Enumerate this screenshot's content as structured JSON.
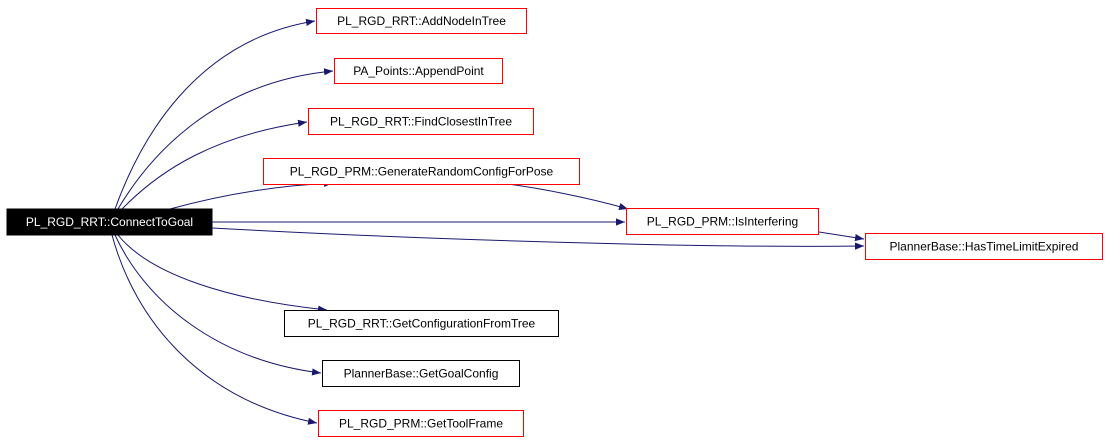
{
  "nodes": {
    "root": {
      "label": "PL_RGD_RRT::ConnectToGoal"
    },
    "add_node": {
      "label": "PL_RGD_RRT::AddNodeInTree"
    },
    "append_point": {
      "label": "PA_Points::AppendPoint"
    },
    "find_closest": {
      "label": "PL_RGD_RRT::FindClosestInTree"
    },
    "gen_random": {
      "label": "PL_RGD_PRM::GenerateRandomConfigForPose"
    },
    "is_interfering": {
      "label": "PL_RGD_PRM::IsInterfering"
    },
    "has_time_limit": {
      "label": "PlannerBase::HasTimeLimitExpired"
    },
    "get_config": {
      "label": "PL_RGD_RRT::GetConfigurationFromTree"
    },
    "get_goal": {
      "label": "PlannerBase::GetGoalConfig"
    },
    "get_tool": {
      "label": "PL_RGD_PRM::GetToolFrame"
    }
  },
  "colors": {
    "edge": "#191970",
    "documented_border": "#ff0000",
    "undocumented_border": "#000000",
    "root_fill": "#000000",
    "root_text": "#ffffff",
    "node_fill": "#ffffff",
    "node_text": "#000000"
  }
}
